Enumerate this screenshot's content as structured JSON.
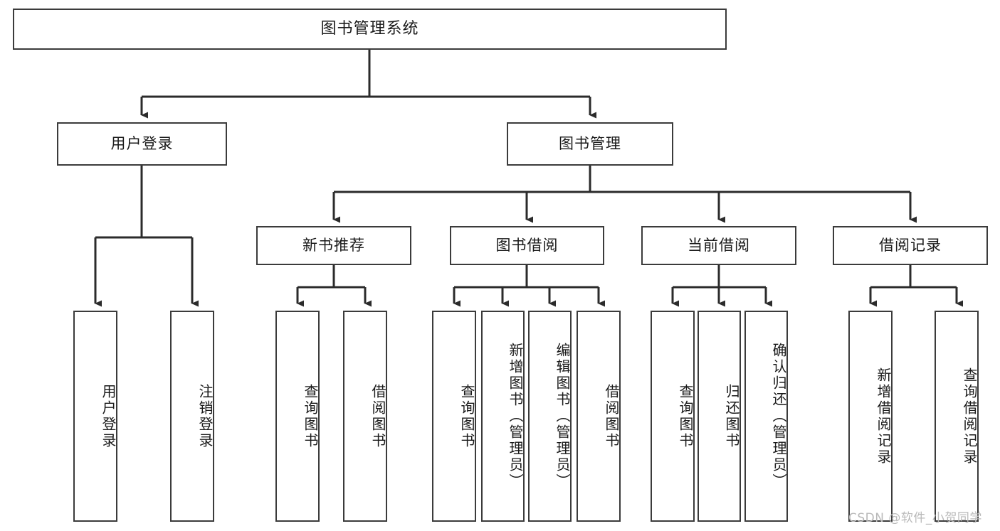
{
  "diagram": {
    "type": "tree",
    "title": "图书管理系统",
    "orientation": "top-down",
    "style": {
      "box_stroke": "#3b3b3b",
      "box_fill": "#ffffff",
      "connector": "#2b2b2b",
      "background": "#ffffff",
      "watermark_color": "#b9b9b9"
    }
  },
  "root": {
    "label": "图书管理系统"
  },
  "level1": [
    {
      "label": "用户登录"
    },
    {
      "label": "图书管理"
    }
  ],
  "level2": [
    {
      "label": "新书推荐"
    },
    {
      "label": "图书借阅"
    },
    {
      "label": "当前借阅"
    },
    {
      "label": "借阅记录"
    }
  ],
  "leaves": {
    "user_login": [
      {
        "label": "用户登录"
      },
      {
        "label": "注销登录"
      }
    ],
    "new_book_recommend": [
      {
        "label": "查询图书"
      },
      {
        "label": "借阅图书"
      }
    ],
    "book_borrow": [
      {
        "label": "查询图书"
      },
      {
        "label": "新增图书（管理员）"
      },
      {
        "label": "编辑图书（管理员）"
      },
      {
        "label": "借阅图书"
      }
    ],
    "current_borrow": [
      {
        "label": "查询图书"
      },
      {
        "label": "归还图书"
      },
      {
        "label": "确认归还（管理员）"
      }
    ],
    "borrow_record": [
      {
        "label": "新增借阅记录"
      },
      {
        "label": "查询借阅记录"
      }
    ]
  },
  "watermark": {
    "text": "CSDN @软件_小贺同学"
  }
}
